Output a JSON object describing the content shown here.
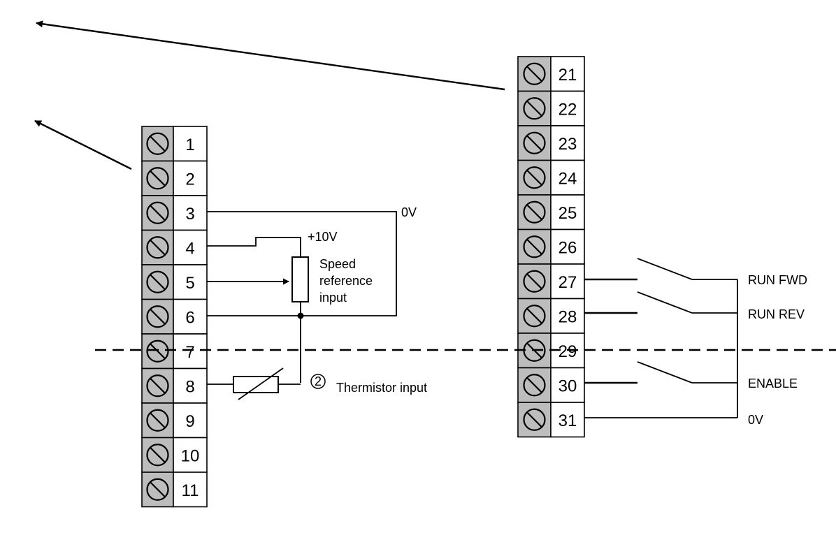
{
  "left_block": {
    "terminals": [
      "1",
      "2",
      "3",
      "4",
      "5",
      "6",
      "7",
      "8",
      "9",
      "10",
      "11"
    ]
  },
  "right_block": {
    "terminals": [
      "21",
      "22",
      "23",
      "24",
      "25",
      "26",
      "27",
      "28",
      "29",
      "30",
      "31"
    ]
  },
  "labels": {
    "zero_v_left": "0V",
    "plus_10v": "+10V",
    "speed_line1": "Speed",
    "speed_line2": "reference",
    "speed_line3": "input",
    "note_marker": "2",
    "thermistor": "Thermistor input",
    "run_fwd": "RUN FWD",
    "run_rev": "RUN REV",
    "enable": "ENABLE",
    "zero_v_right": "0V"
  }
}
